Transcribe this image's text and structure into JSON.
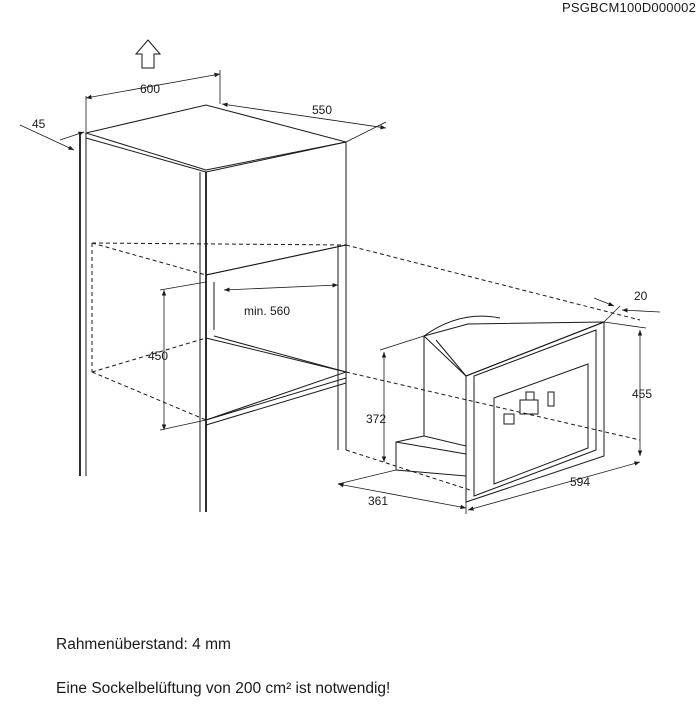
{
  "doc_code": "PSGBCM100D000002",
  "dimensions": {
    "cabinet_width": "600",
    "cabinet_depth": "550",
    "wall_offset": "45",
    "niche_height": "450",
    "niche_depth_min": "min. 560",
    "device_depth_frame": "20",
    "device_height": "455",
    "device_body_height": "372",
    "device_width": "594",
    "device_body_depth": "361"
  },
  "icons": {
    "top_arrow": "up-arrow-icon"
  },
  "notes": {
    "frame_overhang": "Rahmenüberstand: 4 mm",
    "ventilation": "Eine Sockelbelüftung von 200 cm² ist notwendig!"
  }
}
